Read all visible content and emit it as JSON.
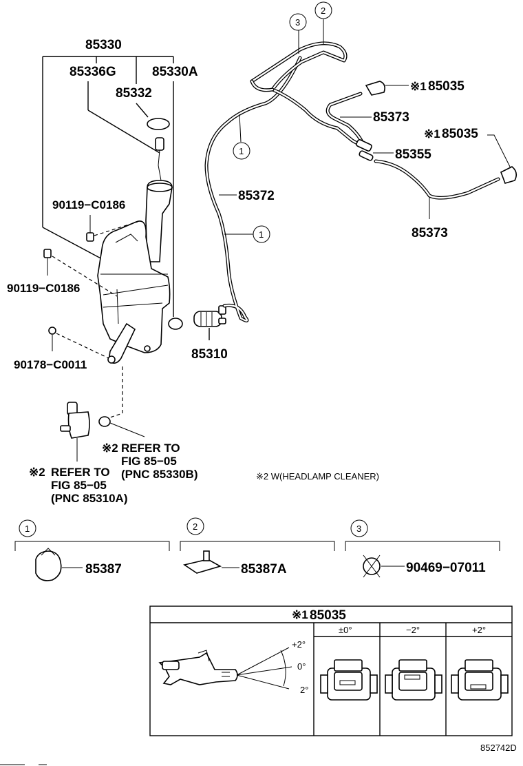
{
  "parts": {
    "p85330": "85330",
    "p85336G": "85336G",
    "p85330A": "85330A",
    "p85332": "85332",
    "p90119a": "90119−C0186",
    "p90119b": "90119−C0186",
    "p90178": "90178−C0011",
    "p85310": "85310",
    "p85372": "85372",
    "p85373a": "85373",
    "p85373b": "85373",
    "p85355": "85355",
    "p85035a": "85035",
    "p85035b": "85035",
    "p85387": "85387",
    "p85387A": "85387A",
    "p90469": "90469−07011"
  },
  "marks": {
    "x1": "※1",
    "x2": "※2"
  },
  "refs": {
    "ref1_l1": "REFER TO",
    "ref1_l2": "FIG 85−05",
    "ref1_l3": "(PNC 85330B)",
    "ref2_l1": "REFER TO",
    "ref2_l2": "FIG 85−05",
    "ref2_l3": "(PNC 85310A)",
    "note": "※2 W(HEADLAMP CLEANER)"
  },
  "callouts": {
    "c1": "1",
    "c2": "2",
    "c3": "3"
  },
  "table": {
    "title_mark": "※1",
    "title_part": "85035",
    "col1": "±0°",
    "col2": "−2°",
    "col3": "+2°",
    "ang_up": "+2°",
    "ang_mid": "0°",
    "ang_dn": "2°"
  },
  "footer": {
    "code": "852742D"
  }
}
